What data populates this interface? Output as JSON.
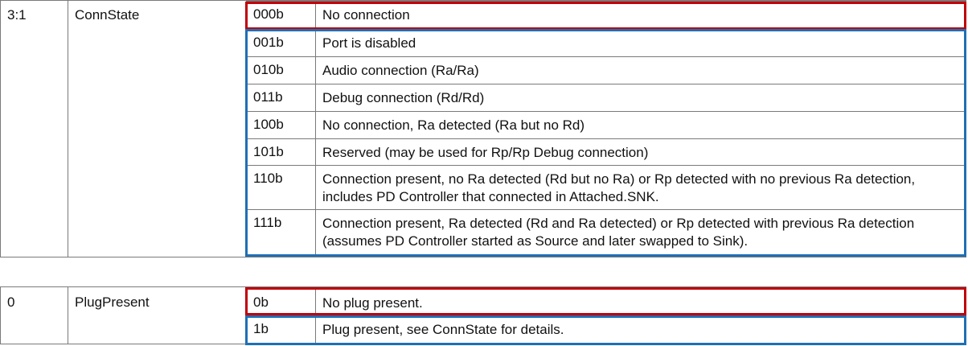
{
  "tables": [
    {
      "bits": "3:1",
      "field": "ConnState",
      "rows": [
        {
          "code": "000b",
          "desc": "No connection"
        },
        {
          "code": "001b",
          "desc": "Port is disabled"
        },
        {
          "code": "010b",
          "desc": "Audio connection (Ra/Ra)"
        },
        {
          "code": "011b",
          "desc": "Debug connection (Rd/Rd)"
        },
        {
          "code": "100b",
          "desc": "No connection, Ra detected (Ra but no Rd)"
        },
        {
          "code": "101b",
          "desc": "Reserved (may be used for Rp/Rp Debug connection)"
        },
        {
          "code": "110b",
          "desc": "Connection present, no Ra detected (Rd but no Ra) or Rp detected with no previous Ra detection, includes PD Controller that connected in Attached.SNK."
        },
        {
          "code": "111b",
          "desc": "Connection present, Ra detected (Rd and Ra detected) or Rp detected with previous Ra detection (assumes PD Controller started as Source and later swapped to Sink)."
        }
      ]
    },
    {
      "bits": "0",
      "field": "PlugPresent",
      "rows": [
        {
          "code": "0b",
          "desc": "No plug present."
        },
        {
          "code": "1b",
          "desc": "Plug present, see ConnState for details."
        }
      ]
    }
  ],
  "highlight_colors": {
    "red": "#c0000a",
    "blue": "#1f6fb5"
  }
}
